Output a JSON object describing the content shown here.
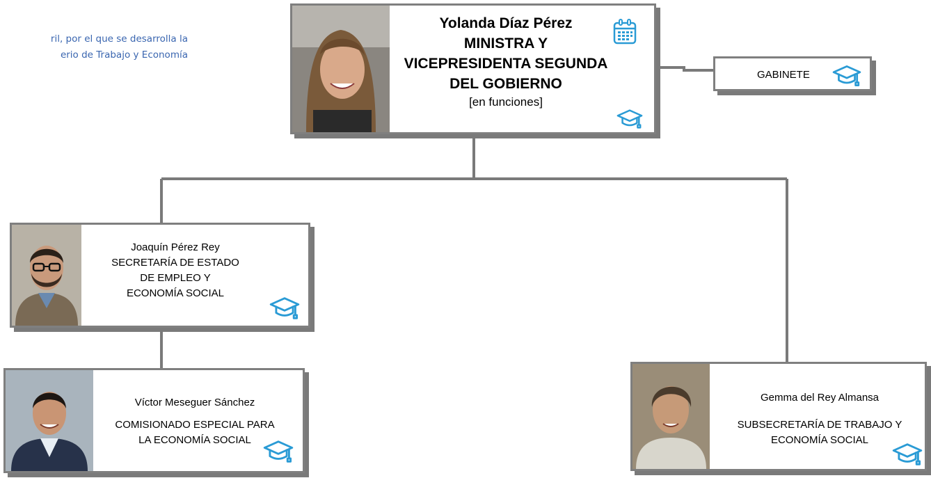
{
  "intro_text": {
    "line1": "ril, por el que se desarrolla la",
    "line2": "erio de Trabajo y Economía"
  },
  "colors": {
    "border": "#7f7f7f",
    "shadow": "#7a7a7a",
    "connector": "#7a7a7a",
    "icon_blue": "#2a9bd5",
    "intro_text": "#3a66b0"
  },
  "minister": {
    "name": "Yolanda Díaz Pérez",
    "title_line1": "MINISTRA Y",
    "title_line2": "VICEPRESIDENTA SEGUNDA",
    "title_line3": "DEL GOBIERNO",
    "status": "[en funciones]",
    "icons": [
      "calendar-icon",
      "graduation-cap-icon"
    ]
  },
  "gabinete": {
    "label": "GABINETE",
    "icon": "graduation-cap-icon"
  },
  "secretaria": {
    "name": "Joaquín Pérez Rey",
    "title_line1": "SECRETARÍA DE ESTADO",
    "title_line2": "DE EMPLEO Y",
    "title_line3": "ECONOMÍA SOCIAL",
    "icon": "graduation-cap-icon"
  },
  "comisionado": {
    "name": "Víctor Meseguer Sánchez",
    "title_line1": "COMISIONADO ESPECIAL PARA",
    "title_line2": "LA ECONOMÍA SOCIAL",
    "icon": "graduation-cap-icon"
  },
  "subsecretaria": {
    "name": "Gemma del Rey Almansa",
    "title_line1": "SUBSECRETARÍA DE TRABAJO Y",
    "title_line2": "ECONOMÍA SOCIAL",
    "icon": "graduation-cap-icon"
  }
}
